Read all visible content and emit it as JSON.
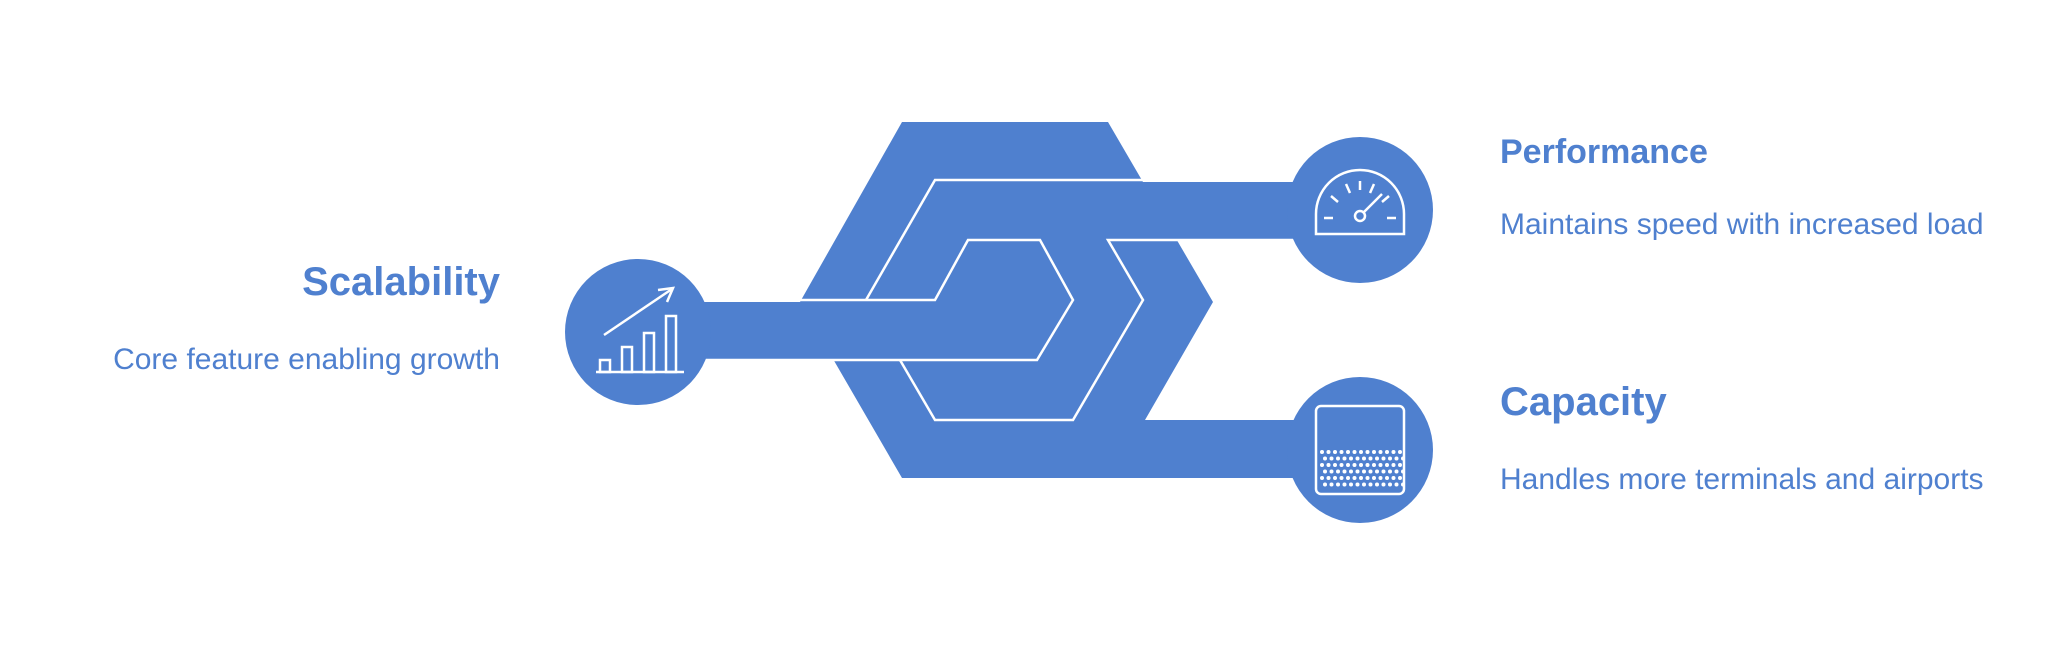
{
  "colors": {
    "primary": "#4f80cf",
    "background": "#ffffff",
    "line": "#ffffff"
  },
  "items": {
    "scalability": {
      "title": "Scalability",
      "description": "Core feature enabling growth",
      "icon": "growth-chart-icon"
    },
    "performance": {
      "title": "Performance",
      "description": "Maintains speed with increased load",
      "icon": "speedometer-icon"
    },
    "capacity": {
      "title": "Capacity",
      "description": "Handles more terminals and airports",
      "icon": "capacity-grid-icon"
    }
  }
}
